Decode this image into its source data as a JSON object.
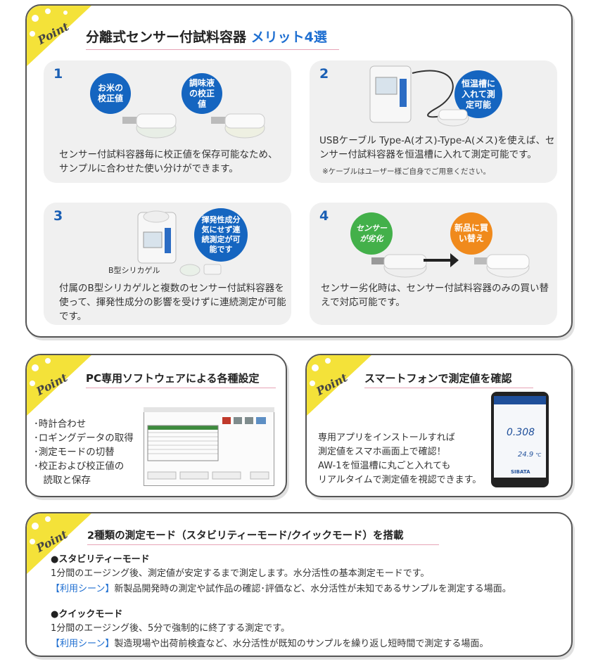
{
  "point_label": "Point",
  "merits": {
    "title_main": "分離式センサー付試料容器",
    "title_accent": "メリット4選",
    "cards": [
      {
        "num": "1",
        "bubbles": [
          "お米の校正値",
          "調味液の校正値"
        ],
        "text": "センサー付試料容器毎に校正値を保存可能なため、サンプルに合わせた使い分けができます。"
      },
      {
        "num": "2",
        "bubbles": [
          "恒温槽に入れて測定可能"
        ],
        "text": "USBケーブル Type-A(オス)-Type-A(メス)を使えば、センサー付試料容器を恒温槽に入れて測定可能です。",
        "note": "※ケーブルはユーザー様ご自身でご用意ください。"
      },
      {
        "num": "3",
        "bubbles": [
          "揮発性成分気にせず連続測定が可能です"
        ],
        "label": "B型シリカゲル",
        "text": "付属のB型シリカゲルと複数のセンサー付試料容器を使って、揮発性成分の影響を受けずに連続測定が可能です。"
      },
      {
        "num": "4",
        "bubbles": [
          "センサーが劣化",
          "新品に買い替え"
        ],
        "text": "センサー劣化時は、センサー付試料容器のみの買い替えで対応可能です。"
      }
    ]
  },
  "pc": {
    "title": "PC専用ソフトウェアによる各種設定",
    "items": [
      "･時計合わせ",
      "･ロギングデータの取得",
      "･測定モードの切替",
      "･校正および校正値の",
      "　読取と保存"
    ]
  },
  "phone": {
    "title": "スマートフォンで測定値を確認",
    "lines": [
      "専用アプリをインストールすれば",
      "測定値をスマホ画面上で確認！",
      "AW-1を恒温槽に丸ごと入れても",
      "リアルタイムで測定値を視認できます。"
    ],
    "screen_value1": "0.308",
    "screen_value2": "24.9",
    "screen_unit2": "℃",
    "brand": "SIBATA"
  },
  "modes": {
    "title": "2種類の測定モード（スタビリティーモード/クイックモード）を搭載",
    "stability": {
      "heading": "●スタビリティーモード",
      "desc": "1分間のエージング後、測定値が安定するまで測定します。水分活性の基本測定モードです。",
      "scene_tag": "【利用シーン】",
      "scene": "新製品開発時の測定や試作品の確認･評価など、水分活性が未知であるサンプルを測定する場面。"
    },
    "quick": {
      "heading": "●クイックモード",
      "desc": "1分間のエージング後、5分で強制的に終了する測定です。",
      "scene_tag": "【利用シーン】",
      "scene": "製造現場や出荷前検査など、水分活性が既知のサンプルを繰り返し短時間で測定する場面。"
    }
  }
}
